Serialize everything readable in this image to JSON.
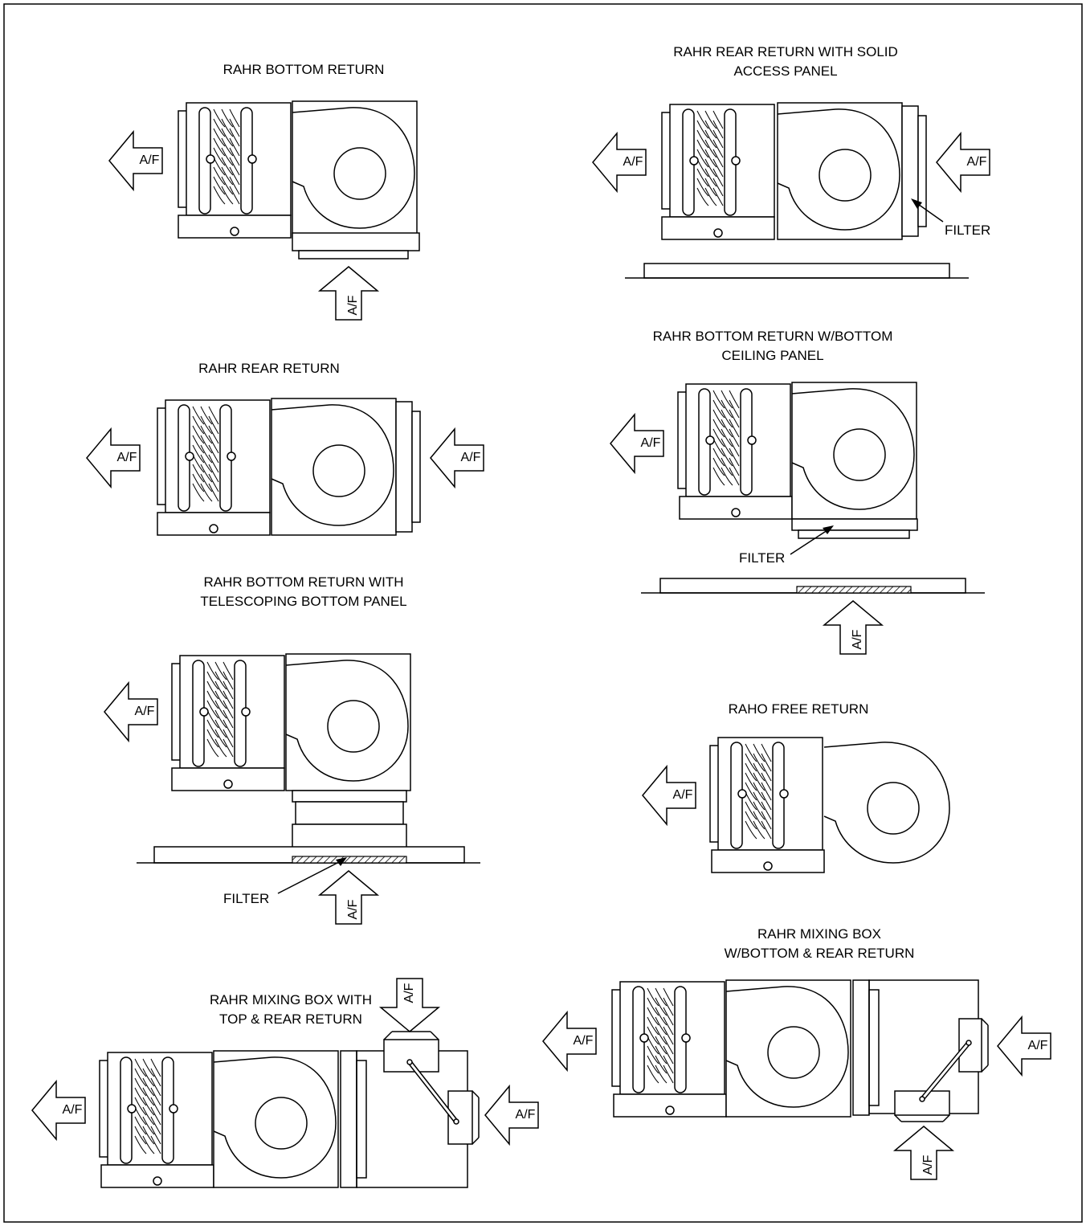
{
  "labels": {
    "airflow": "A/F",
    "filter": "FILTER"
  },
  "titles": {
    "bottom_return": "RAHR BOTTOM RETURN",
    "rear_return": "RAHR REAR RETURN",
    "telescoping_line1": "RAHR BOTTOM RETURN WITH",
    "telescoping_line2": "TELESCOPING BOTTOM PANEL",
    "mixing_top_line1": "RAHR MIXING BOX WITH",
    "mixing_top_line2": "TOP & REAR RETURN",
    "solid_panel_line1": "RAHR REAR RETURN WITH SOLID",
    "solid_panel_line2": "ACCESS PANEL",
    "ceiling_panel_line1": "RAHR BOTTOM RETURN W/BOTTOM",
    "ceiling_panel_line2": "CEILING PANEL",
    "free_return": "RAHO FREE RETURN",
    "mixing_bottom_line1": "RAHR MIXING BOX",
    "mixing_bottom_line2": "W/BOTTOM & REAR RETURN"
  }
}
